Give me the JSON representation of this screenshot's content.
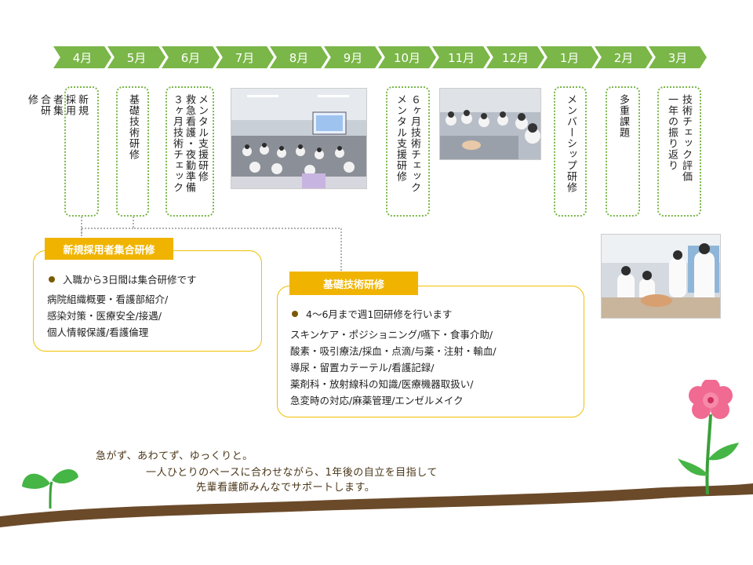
{
  "months": [
    "4月",
    "5月",
    "6月",
    "7月",
    "8月",
    "9月",
    "10月",
    "11月",
    "12月",
    "1月",
    "2月",
    "3月"
  ],
  "activities": {
    "apr": "新規\n採用\n者集\n合研\n修",
    "may": "基礎技術研修",
    "jun": [
      "メンタル支援研修",
      "救急看護・夜勤準備",
      "３ヶ月技術チェック"
    ],
    "oct": [
      "６ヶ月技術チェック",
      "メンタル支援研修"
    ],
    "jan": "メンバーシップ研修",
    "feb": "多重課題",
    "mar": [
      "技術チェック評価",
      "一年の振り返り"
    ]
  },
  "callout1": {
    "title": "新規採用者集合研修",
    "bullet": "入職から3日間は集合研修です",
    "lines": [
      "病院組織概要・看護部紹介/",
      "感染対策・医療安全/接遇/",
      "個人情報保護/看護倫理"
    ]
  },
  "callout2": {
    "title": "基礎技術研修",
    "bullet": "4～6月まで週1回研修を行います",
    "lines": [
      "スキンケア・ポジショニング/嚥下・食事介助/",
      "酸素・吸引療法/採血・点滴/与薬・注射・輸血/",
      "導尿・留置カテーテル/看護記録/",
      "薬剤科・放射線科の知識/医療機器取扱い/",
      "急変時の対応/麻薬管理/エンゼルメイク"
    ]
  },
  "footer": {
    "line1": "急がず、あわてず、ゆっくりと。",
    "line2": "一人ひとりのペースに合わせながら、1年後の自立を目指して",
    "line3": "先輩看護師みんなでサポートします。"
  },
  "colors": {
    "chevron": "#7ab648",
    "callout_border": "#f0c000",
    "tag": "#f0b400",
    "ground": "#6b4a2a"
  }
}
